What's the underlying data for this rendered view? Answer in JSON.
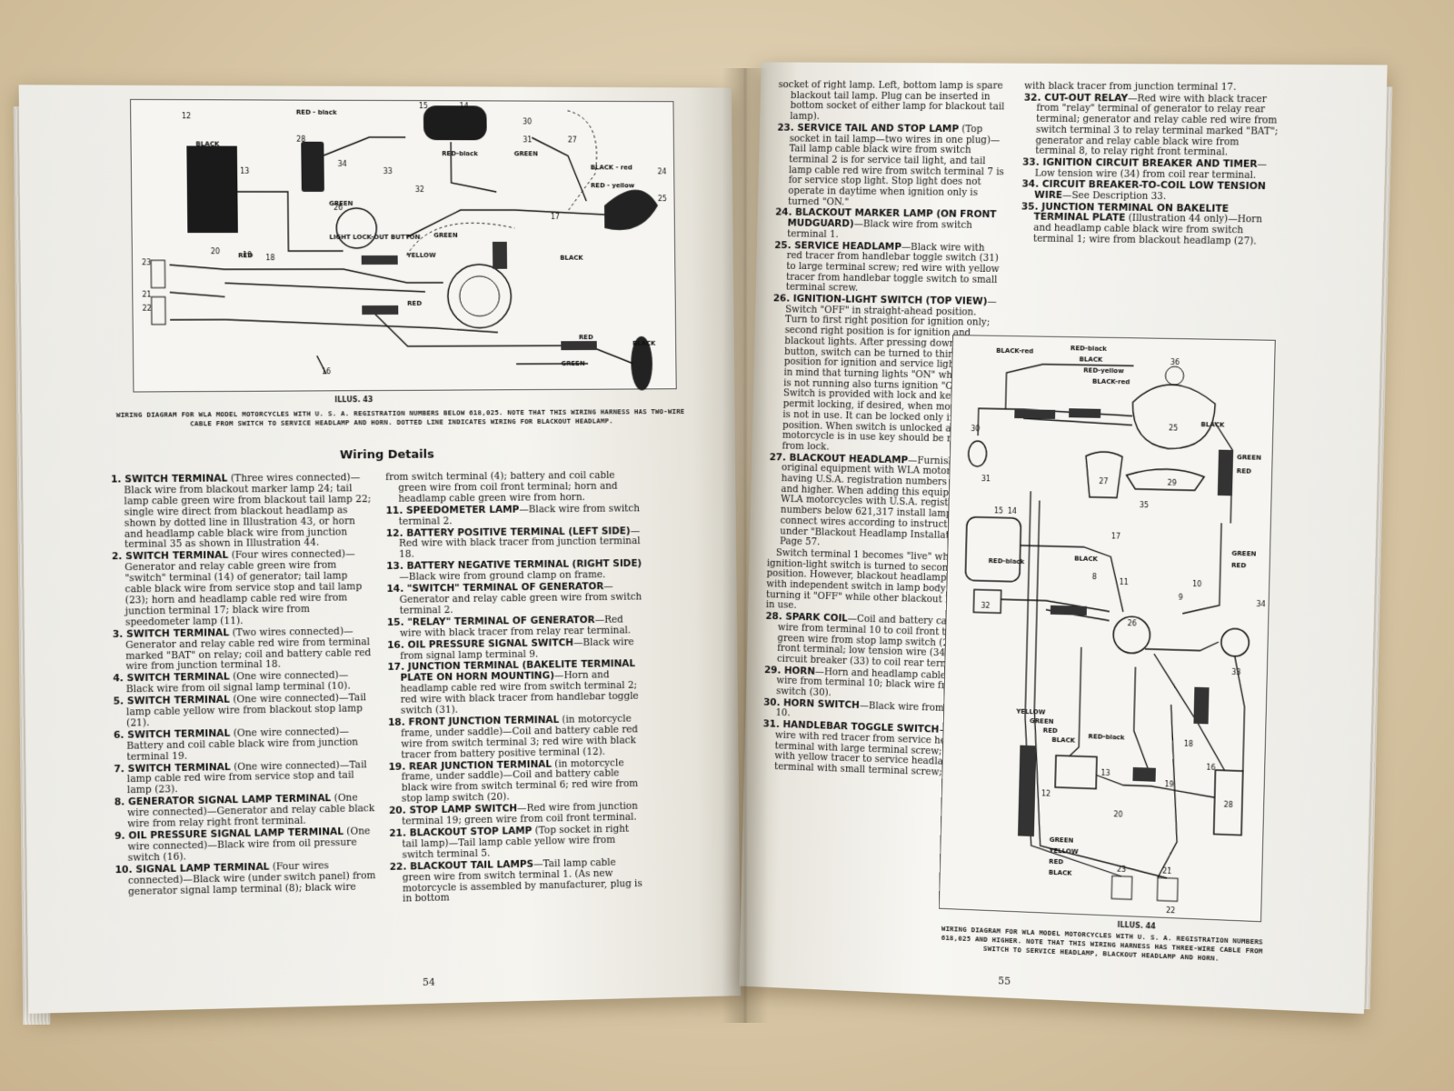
{
  "left": {
    "illus_label": "ILLUS. 43",
    "caption": "WIRING DIAGRAM FOR WLA MODEL MOTORCYCLES WITH U. S. A. REGISTRATION NUMBERS BELOW 618,025. NOTE THAT THIS WIRING HARNESS HAS TWO-WIRE CABLE FROM SWITCH TO SERVICE HEADLAMP AND HORN. DOTTED LINE INDICATES WIRING FOR BLACKOUT HEADLAMP.",
    "heading": "Wiring Details",
    "page_number": "54",
    "diagram_labels": [
      "RED - black",
      "BLACK",
      "GREEN",
      "RED-black",
      "LIGHT LOCK-OUT BUTTON",
      "YELLOW",
      "RED",
      "BLACK - red",
      "RED - yellow",
      "GREEN",
      "BLACK",
      "GREEN",
      "RED",
      "BLACK",
      "RED",
      "GREEN"
    ],
    "diagram_numbers": [
      "12",
      "13",
      "14",
      "15",
      "16",
      "17",
      "18",
      "19",
      "20",
      "21",
      "22",
      "23",
      "24",
      "25",
      "26",
      "27",
      "28",
      "30",
      "31",
      "32",
      "33",
      "34"
    ],
    "col1": [
      {
        "title": "1. SWITCH TERMINAL",
        "text": " (Three wires connected)—Black wire from blackout marker lamp 24; tail lamp cable green wire from blackout tail lamp 22; single wire direct from blackout headlamp as shown by dotted line in Illustration 43, or horn and headlamp cable black wire from junction terminal 35 as shown in Illustration 44."
      },
      {
        "title": "2. SWITCH TERMINAL",
        "text": " (Four wires connected)—Generator and relay cable green wire from \"switch\" terminal (14) of generator; tail lamp cable black wire from service stop and tail lamp (23); horn and headlamp cable red wire from junction terminal 17; black wire from speedometer lamp (11)."
      },
      {
        "title": "3. SWITCH TERMINAL",
        "text": " (Two wires connected)—Generator and relay cable red wire from terminal marked \"BAT\" on relay; coil and battery cable red wire from junction terminal 18."
      },
      {
        "title": "4. SWITCH TERMINAL",
        "text": " (One wire connected)—Black wire from oil signal lamp terminal (10)."
      },
      {
        "title": "5. SWITCH TERMINAL",
        "text": " (One wire connected)—Tail lamp cable yellow wire from blackout stop lamp (21)."
      },
      {
        "title": "6. SWITCH TERMINAL",
        "text": " (One wire connected)—Battery and coil cable black wire from junction terminal 19."
      },
      {
        "title": "7. SWITCH TERMINAL",
        "text": " (One wire connected)—Tail lamp cable red wire from service stop and tail lamp (23)."
      },
      {
        "title": "8. GENERATOR SIGNAL LAMP TERMINAL",
        "text": " (One wire connected)—Generator and relay cable black wire from relay right front terminal."
      },
      {
        "title": "9. OIL PRESSURE SIGNAL LAMP TERMINAL",
        "text": " (One wire connected)—Black wire from oil pressure switch (16)."
      },
      {
        "title": "10. SIGNAL LAMP TERMINAL",
        "text": " (Four wires connected)—Black wire (under switch panel) from generator signal lamp terminal (8); black wire"
      }
    ],
    "col2": [
      {
        "title": "",
        "text": "from switch terminal (4); battery and coil cable green wire from coil front terminal; horn and headlamp cable green wire from horn."
      },
      {
        "title": "11. SPEEDOMETER LAMP",
        "text": "—Black wire from switch terminal 2."
      },
      {
        "title": "12. BATTERY POSITIVE TERMINAL (LEFT SIDE)",
        "text": "—Red wire with black tracer from junction terminal 18."
      },
      {
        "title": "13. BATTERY NEGATIVE TERMINAL (RIGHT SIDE)",
        "text": "—Black wire from ground clamp on frame."
      },
      {
        "title": "14. \"SWITCH\" TERMINAL OF GENERATOR",
        "text": "—Generator and relay cable green wire from switch terminal 2."
      },
      {
        "title": "15. \"RELAY\" TERMINAL OF GENERATOR",
        "text": "—Red wire with black tracer from relay rear terminal."
      },
      {
        "title": "16. OIL PRESSURE SIGNAL SWITCH",
        "text": "—Black wire from signal lamp terminal 9."
      },
      {
        "title": "17. JUNCTION TERMINAL (BAKELITE TERMINAL PLATE ON HORN MOUNTING)",
        "text": "—Horn and headlamp cable red wire from switch terminal 2; red wire with black tracer from handlebar toggle switch (31)."
      },
      {
        "title": "18. FRONT JUNCTION TERMINAL",
        "text": " (in motorcycle frame, under saddle)—Coil and battery cable red wire from switch terminal 3; red wire with black tracer from battery positive terminal (12)."
      },
      {
        "title": "19. REAR JUNCTION TERMINAL",
        "text": " (in motorcycle frame, under saddle)—Coil and battery cable black wire from switch terminal 6; red wire from stop lamp switch (20)."
      },
      {
        "title": "20. STOP LAMP SWITCH",
        "text": "—Red wire from junction terminal 19; green wire from coil front terminal."
      },
      {
        "title": "21. BLACKOUT STOP LAMP",
        "text": " (Top socket in right tail lamp)—Tail lamp cable yellow wire from switch terminal 5."
      },
      {
        "title": "22. BLACKOUT TAIL LAMPS",
        "text": "—Tail lamp cable green wire from switch terminal 1. (As new motorcycle is assembled by manufacturer, plug is in bottom"
      }
    ]
  },
  "right": {
    "page_number": "55",
    "illus_label": "ILLUS. 44",
    "caption": "WIRING DIAGRAM FOR WLA MODEL MOTORCYCLES WITH U. S. A. REGISTRATION NUMBERS 618,025 AND HIGHER. NOTE THAT THIS WIRING HARNESS HAS THREE-WIRE CABLE FROM SWITCH TO SERVICE HEADLAMP, BLACKOUT HEADLAMP AND HORN.",
    "diagram_labels": [
      "BLACK-red",
      "RED-black",
      "BLACK",
      "RED-yellow",
      "BLACK-red",
      "BLACK",
      "GREEN",
      "RED",
      "RED-black",
      "BLACK",
      "GREEN",
      "RED",
      "YELLOW",
      "GREEN",
      "RED",
      "BLACK",
      "RED-black",
      "GREEN",
      "YELLOW",
      "RED",
      "BLACK"
    ],
    "diagram_numbers": [
      "8",
      "9",
      "10",
      "11",
      "12",
      "13",
      "14",
      "15",
      "16",
      "17",
      "18",
      "19",
      "20",
      "21",
      "22",
      "23",
      "25",
      "26",
      "27",
      "28",
      "29",
      "30",
      "31",
      "32",
      "33",
      "34",
      "35",
      "36"
    ],
    "col1": [
      {
        "title": "",
        "text": "socket of right lamp. Left, bottom lamp is spare blackout tail lamp. Plug can be inserted in bottom socket of either lamp for blackout tail lamp)."
      },
      {
        "title": "23. SERVICE TAIL AND STOP LAMP",
        "text": " (Top socket in tail lamp—two wires in one plug)—Tail lamp cable black wire from switch terminal 2 is for service tail light, and tail lamp cable red wire from switch terminal 7 is for service stop light. Stop light does not operate in daytime when ignition only is turned \"ON.\""
      },
      {
        "title": "24. BLACKOUT MARKER LAMP (ON FRONT MUDGUARD)",
        "text": "—Black wire from switch terminal 1."
      },
      {
        "title": "25. SERVICE HEADLAMP",
        "text": "—Black wire with red tracer from handlebar toggle switch (31) to large terminal screw; red wire with yellow tracer from handlebar toggle switch to small terminal screw."
      },
      {
        "title": "26. IGNITION-LIGHT SWITCH (TOP VIEW)",
        "text": "—Switch \"OFF\" in straight-ahead position. Turn to first right position for ignition only; second right position is for ignition and blackout lights. After pressing down lockout button, switch can be turned to third right position for ignition and service lights. Bear in mind that turning lights \"ON\" when engine is not running also turns ignition \"ON.\" Switch is provided with lock and key to permit locking, if desired, when motorcycle is not in use. It can be locked only in \"OFF\" position. When switch is unlocked and motorcycle is in use key should be removed from lock."
      },
      {
        "title": "27. BLACKOUT HEADLAMP",
        "text": "—Furnished as original equipment with WLA motorcycles having U.S.A. registration numbers 621,317 and higher. When adding this equipment to WLA motorcycles with U.S.A. registration numbers below 621,317 install lamp and connect wires according to instructions under \"Blackout Headlamp Installation,\" Page 57."
      },
      {
        "title": "",
        "text": "Switch terminal 1 becomes \"live\" when ignition-light switch is turned to second right position. However, blackout headlamp is fitted with independent switch in lamp body to permit turning it \"OFF\" while other blackout lamps are in use."
      },
      {
        "title": "28. SPARK COIL",
        "text": "—Coil and battery cable green wire from terminal 10 to coil front terminal; green wire from stop lamp switch (20) to coil front terminal; low tension wire (34) from circuit breaker (33) to coil rear terminal."
      },
      {
        "title": "29. HORN",
        "text": "—Horn and headlamp cable green wire from terminal 10; black wire from horn switch (30)."
      },
      {
        "title": "30. HORN SWITCH",
        "text": "—Black wire from terminal 10."
      },
      {
        "title": "31. HANDLEBAR TOGGLE SWITCH",
        "text": "—Black wire with red tracer from service headlamp terminal with large terminal screw; red wire with yellow tracer to service headlamp terminal with small terminal screw; red wire"
      }
    ],
    "col2": [
      {
        "title": "",
        "text": "with black tracer from junction terminal 17."
      },
      {
        "title": "32. CUT-OUT RELAY",
        "text": "—Red wire with black tracer from \"relay\" terminal of generator to relay rear terminal; generator and relay cable red wire from switch terminal 3 to relay terminal marked \"BAT\"; generator and relay cable black wire from terminal 8, to relay right front terminal."
      },
      {
        "title": "33. IGNITION CIRCUIT BREAKER AND TIMER",
        "text": "—Low tension wire (34) from coil rear terminal."
      },
      {
        "title": "34. CIRCUIT BREAKER-TO-COIL LOW TENSION WIRE",
        "text": "—See Description 33."
      },
      {
        "title": "35. JUNCTION TERMINAL ON BAKELITE TERMINAL PLATE",
        "text": " (Illustration 44 only)—Horn and headlamp cable black wire from switch terminal 1; wire from blackout headlamp (27)."
      }
    ]
  }
}
